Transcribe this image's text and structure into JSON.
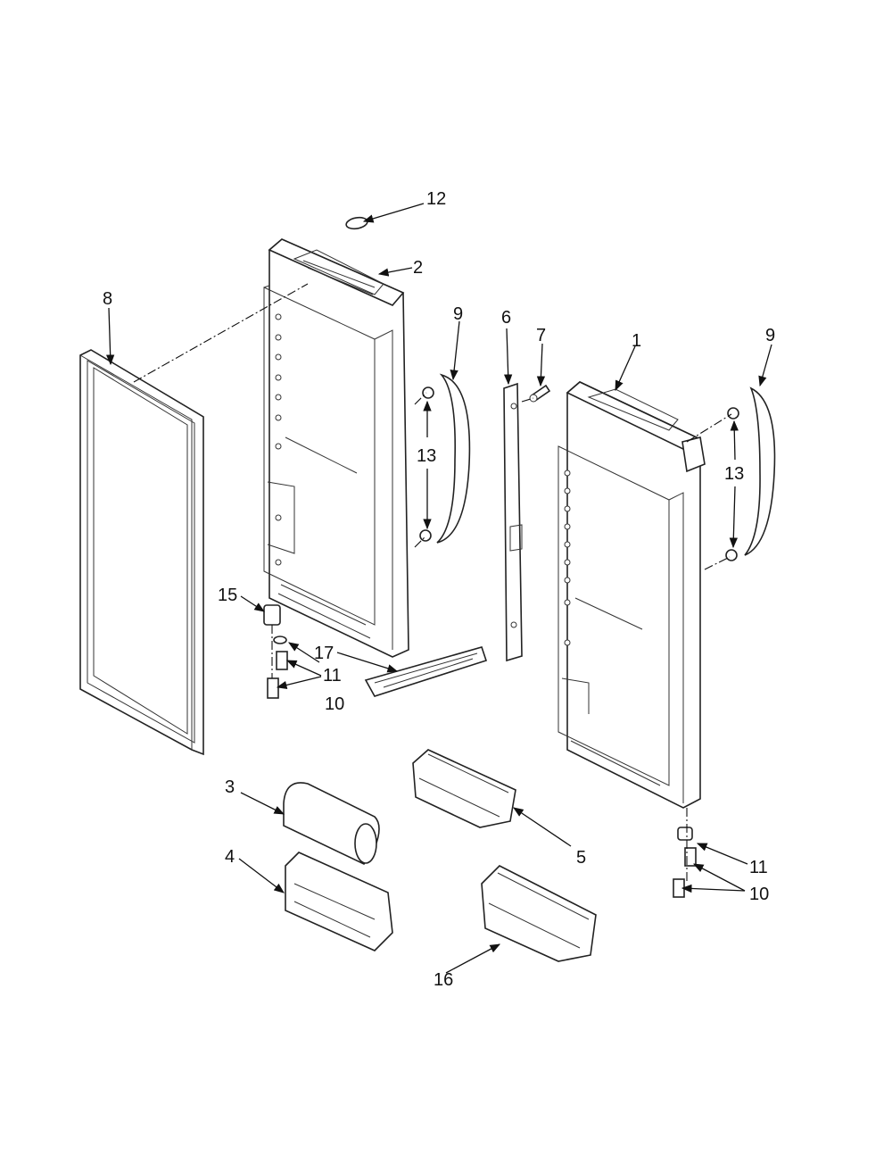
{
  "callouts": {
    "c1": "1",
    "c2": "2",
    "c3": "3",
    "c4": "4",
    "c5": "5",
    "c6": "6",
    "c7": "7",
    "c8": "8",
    "c9a": "9",
    "c9b": "9",
    "c10a": "10",
    "c10b": "10",
    "c11a": "11",
    "c11b": "11",
    "c12": "12",
    "c13a": "13",
    "c13b": "13",
    "c15": "15",
    "c16": "16",
    "c17": "17"
  },
  "colors": {
    "line": "#222222",
    "background": "#ffffff"
  }
}
